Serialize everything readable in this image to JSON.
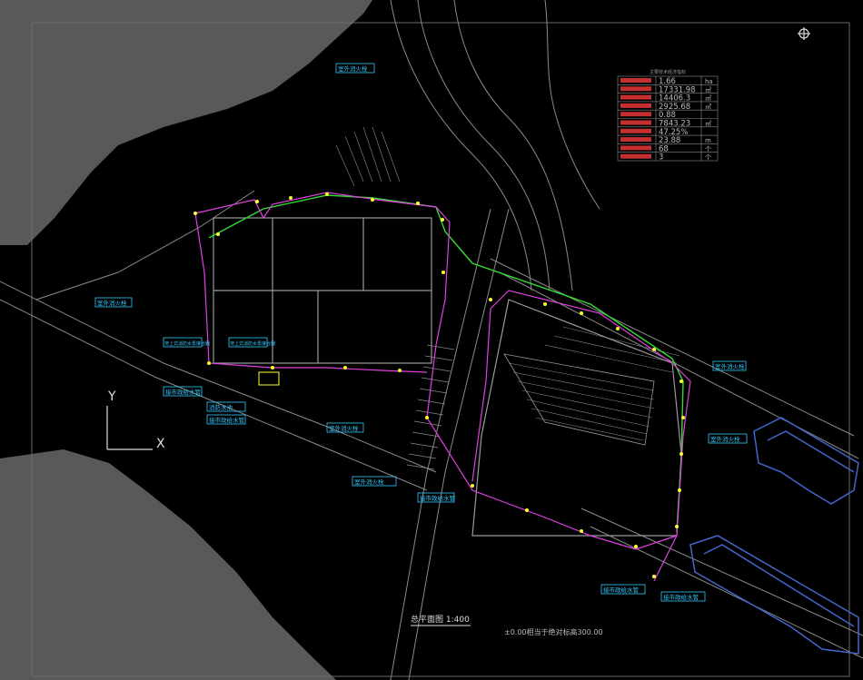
{
  "drawing": {
    "title": "总平面图 1:400",
    "elevation_note": "±0.00相当于绝对标高300.00",
    "axis_y_label": "Y",
    "axis_x_label": "X",
    "north_symbol": "compass-icon"
  },
  "summary_table": {
    "header": "主要技术经济指标",
    "rows": [
      {
        "value": "1.66",
        "unit": "ha"
      },
      {
        "value": "17331.98",
        "unit": "㎡"
      },
      {
        "value": "14406.3",
        "unit": "㎡"
      },
      {
        "value": "2925.68",
        "unit": "㎡"
      },
      {
        "value": "0.88",
        "unit": ""
      },
      {
        "value": "7843.23",
        "unit": "㎡"
      },
      {
        "value": "47.25%",
        "unit": ""
      },
      {
        "value": "23.88",
        "unit": "m"
      },
      {
        "value": "68",
        "unit": "个"
      },
      {
        "value": "3",
        "unit": "个"
      }
    ]
  },
  "callouts": [
    "室外消火栓",
    "室外消火栓",
    "地上式消防水泵接合器",
    "地上式消防水泵接合器",
    "接市政给水管",
    "消防水池",
    "接市政给水管",
    "室外消火栓",
    "室外消火栓",
    "接市政给水管",
    "室外消火栓",
    "室外消火栓",
    "接市政给水管",
    "接市政给水管"
  ],
  "colors": {
    "background": "#000000",
    "linework": "#8a8a8a",
    "dark_fill": "#5a5a5a",
    "water_line": "#e040e0",
    "fire_line": "#33dd33",
    "yellow_mark": "#ffff33",
    "callout": "#33c8ff",
    "building_edge": "#4466cc"
  }
}
